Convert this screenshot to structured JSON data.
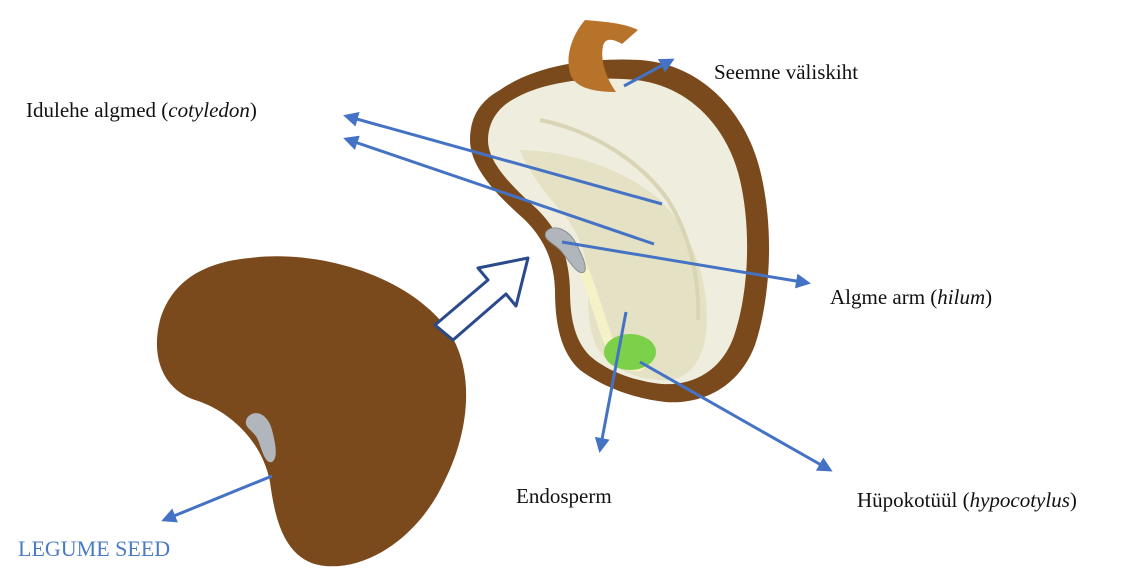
{
  "colors": {
    "arrow": "#4472c4",
    "seed_coat": "#7b4a1c",
    "seed_coat_tab": "#b8732a",
    "cotyledon": "#efeede",
    "cotyledon_inner": "#e4e1c4",
    "hypocotyl": "#7bd24a",
    "hilum": "#b0b6bc",
    "caption": "#4a7cc4",
    "outline_arrow": "#2a4a8c"
  },
  "labels": {
    "seed_coat": "Seemne väliskiht",
    "cotyledon_main": "Idulehe algmed (",
    "cotyledon_latin": "cotyledon",
    "cotyledon_close": ")",
    "hilum_main": "Algme arm (",
    "hilum_latin": "hilum",
    "hilum_close": ")",
    "endosperm": "Endosperm",
    "hypocotyl_main": "Hüpokotüül (",
    "hypocotyl_latin": "hypocotylus",
    "hypocotyl_close": ")",
    "legume_seed": "LEGUME SEED"
  },
  "icons": [
    "whole-seed",
    "cut-seed",
    "hollow-arrow",
    "pointer-arrows"
  ]
}
